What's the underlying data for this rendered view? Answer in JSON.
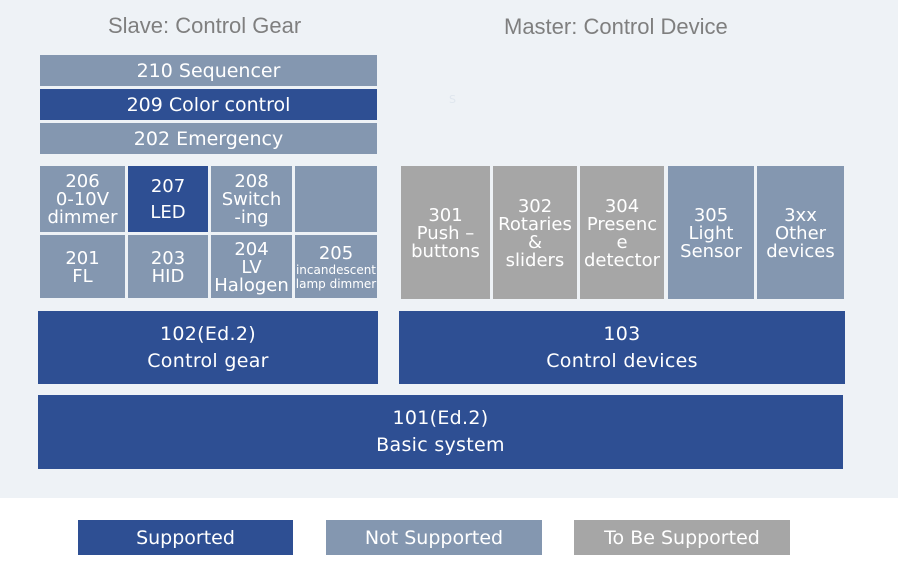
{
  "headings": {
    "slave": "Slave: Control Gear",
    "master": "Master: Control Device"
  },
  "gear_bars": [
    {
      "label": "210 Sequencer",
      "status": "not_supported"
    },
    {
      "label": "209 Color control",
      "status": "supported"
    },
    {
      "label": "202 Emergency",
      "status": "not_supported"
    }
  ],
  "gear_cells": {
    "c206": {
      "lines": [
        "206",
        "0-10V",
        "dimmer"
      ],
      "status": "not_supported"
    },
    "c207": {
      "lines": [
        "207",
        "LED"
      ],
      "status": "supported"
    },
    "c208": {
      "lines": [
        "208",
        "Switch",
        "-ing"
      ],
      "status": "not_supported"
    },
    "c201": {
      "lines": [
        "201",
        "FL"
      ],
      "status": "not_supported"
    },
    "c203": {
      "lines": [
        "203",
        "HID"
      ],
      "status": "not_supported"
    },
    "c204": {
      "lines": [
        "204",
        "LV",
        "Halogen"
      ],
      "status": "not_supported"
    },
    "c205": {
      "lines": [
        "205",
        "incandescent",
        "lamp dimmer"
      ],
      "status": "not_supported"
    }
  },
  "device_cells": {
    "c301": {
      "lines": [
        "301",
        "Push –",
        "buttons"
      ],
      "status": "to_be_supported"
    },
    "c302": {
      "lines": [
        "302",
        "Rotaries",
        "&",
        "sliders"
      ],
      "status": "to_be_supported"
    },
    "c304": {
      "lines": [
        "304",
        "Presenc",
        "e",
        "detector"
      ],
      "status": "to_be_supported"
    },
    "c305": {
      "lines": [
        "305",
        "Light",
        "Sensor"
      ],
      "status": "not_supported"
    },
    "c3xx": {
      "lines": [
        "3xx",
        "Other",
        "devices"
      ],
      "status": "not_supported"
    }
  },
  "parts": {
    "p102": {
      "line1": "102(Ed.2)",
      "line2": "Control gear",
      "status": "supported"
    },
    "p103": {
      "line1": "103",
      "line2": "Control devices",
      "status": "supported"
    },
    "p101": {
      "line1": "101(Ed.2)",
      "line2": "Basic system",
      "status": "supported"
    }
  },
  "faint_mark": "S",
  "legend": {
    "supported": "Supported",
    "not_supported": "Not Supported",
    "to_be_supported": "To Be Supported"
  },
  "colors": {
    "supported": "#2e4f93",
    "not_supported": "#8497b0",
    "to_be_supported": "#a6a6a6",
    "panel_background": "#eef2f6",
    "heading_text": "#7f7f7f"
  }
}
